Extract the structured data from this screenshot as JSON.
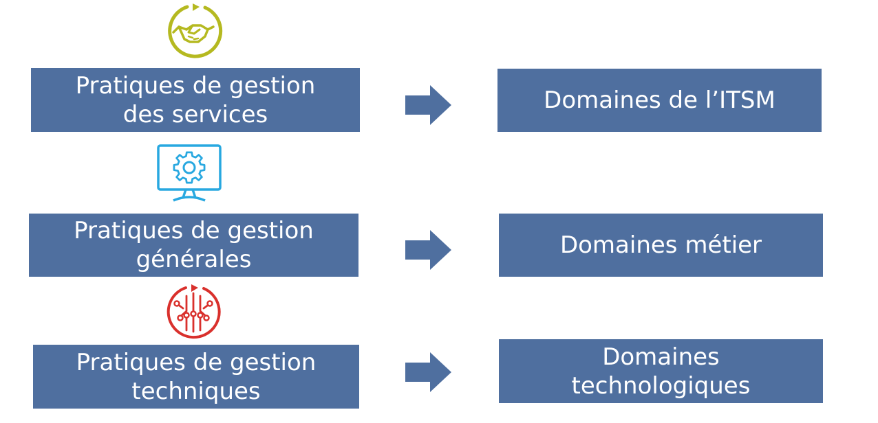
{
  "colors": {
    "box_fill": "#4f6f9f",
    "box_text": "#ffffff",
    "services_icon": "#b5b920",
    "general_icon": "#28a8e0",
    "technical_icon": "#d9302c"
  },
  "rows": [
    {
      "icon": "handshake-cycle-icon",
      "left_lines": [
        "Pratiques de gestion",
        "des services"
      ],
      "right_lines": [
        "Domaines de l’ITSM"
      ]
    },
    {
      "icon": "monitor-gear-icon",
      "left_lines": [
        "Pratiques de gestion",
        "générales"
      ],
      "right_lines": [
        "Domaines métier"
      ]
    },
    {
      "icon": "circuit-cycle-icon",
      "left_lines": [
        "Pratiques de gestion",
        "techniques"
      ],
      "right_lines": [
        "Domaines",
        "technologiques"
      ]
    }
  ]
}
